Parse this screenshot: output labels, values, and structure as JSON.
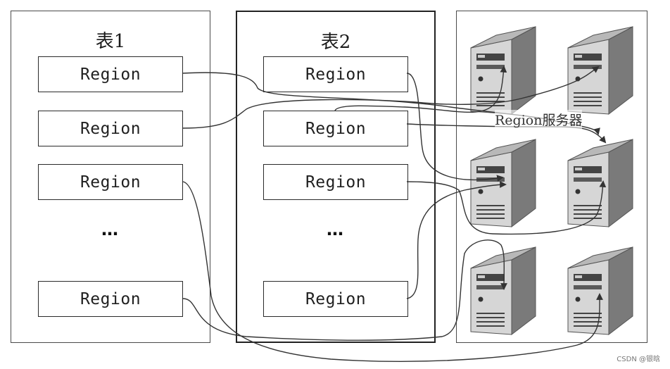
{
  "table1": {
    "title": "表1",
    "regions": [
      "Region",
      "Region",
      "Region",
      "Region"
    ],
    "ellipsis": "…"
  },
  "table2": {
    "title": "表2",
    "regions": [
      "Region",
      "Region",
      "Region",
      "Region"
    ],
    "ellipsis": "…"
  },
  "servers": {
    "label": "Region服务器",
    "count": 6,
    "icon": "server-tower-icon"
  },
  "watermark": "CSDN @银晗",
  "colors": {
    "border": "#2a2a2a",
    "arrow": "#3a3a3a",
    "server_light": "#d8d8d8",
    "server_dark": "#707070"
  }
}
